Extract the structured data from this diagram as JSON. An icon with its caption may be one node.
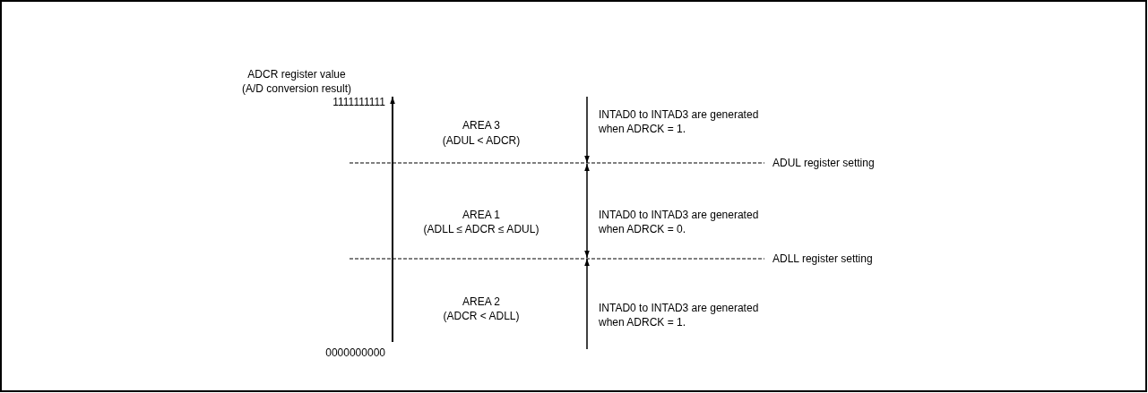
{
  "diagram": {
    "labels": [
      "ADCR register value (A/D conversion result)",
      "1111111111",
      "AREA 3",
      "(ADUL < ADCR)",
      "INTAD0 to INTAD3 are generated when ADRCK = 1.",
      "ADUL register setting",
      "AREA 1",
      "(ADLL ≤ ADCR ≤ ADUL)",
      "INTAD0 to INTAD3 are generated when ADRCK = 0.",
      "ADLL register setting",
      "AREA 2",
      "(ADCR < ADLL)",
      "INTAD0 to INTAD3 are generated when ADRCK = 1.",
      "0000000000"
    ]
  }
}
